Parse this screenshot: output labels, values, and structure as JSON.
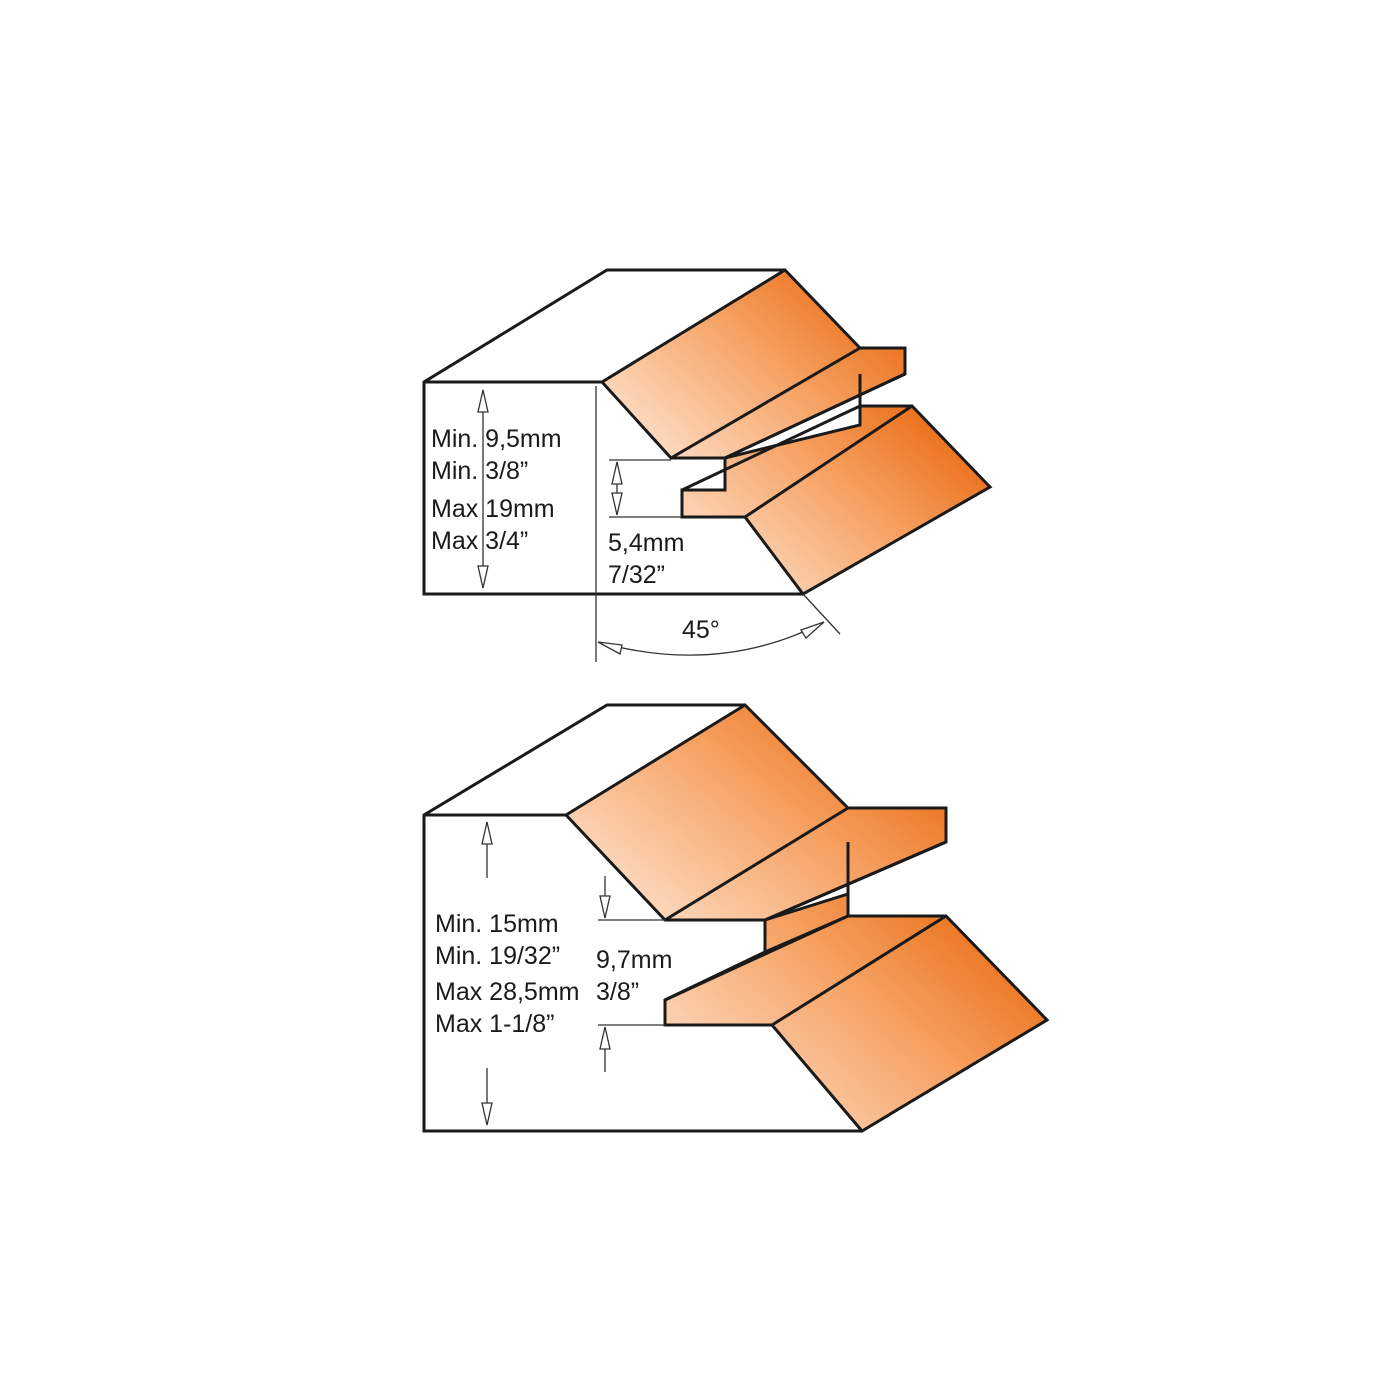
{
  "colors": {
    "orange_dark": "#e8650a",
    "orange_light": "#fde3cf",
    "line": "#1a1a1a"
  },
  "top": {
    "height_range": [
      "Min. 9,5mm",
      "Min. 3/8”",
      "Max 19mm",
      "Max 3/4”"
    ],
    "tenon": [
      "5,4mm",
      "7/32”"
    ],
    "angle": "45°"
  },
  "bottom": {
    "height_range": [
      "Min. 15mm",
      "Min. 19/32”",
      "Max 28,5mm",
      "Max 1-1/8”"
    ],
    "tenon": [
      "9,7mm",
      "3/8”"
    ]
  }
}
